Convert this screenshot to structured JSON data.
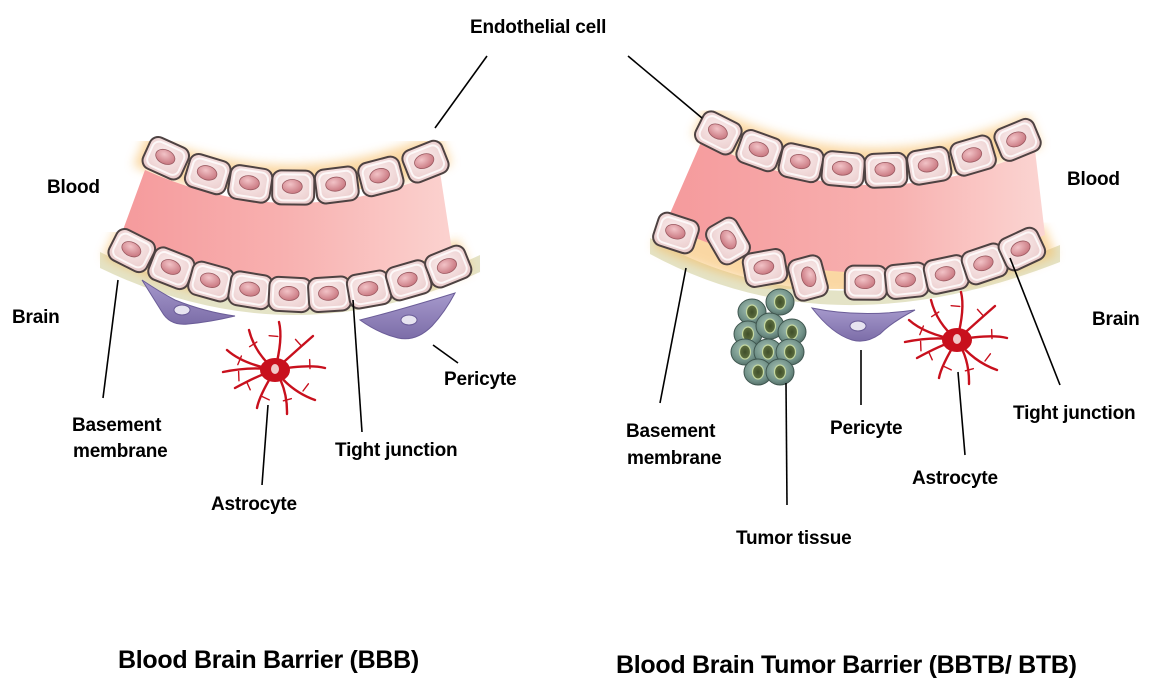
{
  "labels": {
    "endothelial_cell": "Endothelial cell",
    "left": {
      "blood": "Blood",
      "brain": "Brain",
      "basement_membrane_1": "Basement",
      "basement_membrane_2": "membrane",
      "astrocyte": "Astrocyte",
      "tight_junction": "Tight junction",
      "pericyte": "Pericyte"
    },
    "right": {
      "blood": "Blood",
      "brain": "Brain",
      "basement_membrane_1": "Basement",
      "basement_membrane_2": "membrane",
      "tumor_tissue": "Tumor tissue",
      "pericyte": "Pericyte",
      "astrocyte": "Astrocyte",
      "tight_junction": "Tight junction"
    }
  },
  "titles": {
    "left": "Blood Brain Barrier (BBB)",
    "right": "Blood Brain Tumor Barrier (BBTB/ BTB)"
  },
  "colors": {
    "lumen": "#f5a3a3",
    "cell_fill": "#f3dcdc",
    "cell_border": "#5a4a4a",
    "nucleus": "#d98c92",
    "glow": "#f7b858",
    "basement": "#e4e3c6",
    "pericyte": "#8f80b8",
    "astrocyte": "#c8101d",
    "tumor": "#6e8c84"
  }
}
